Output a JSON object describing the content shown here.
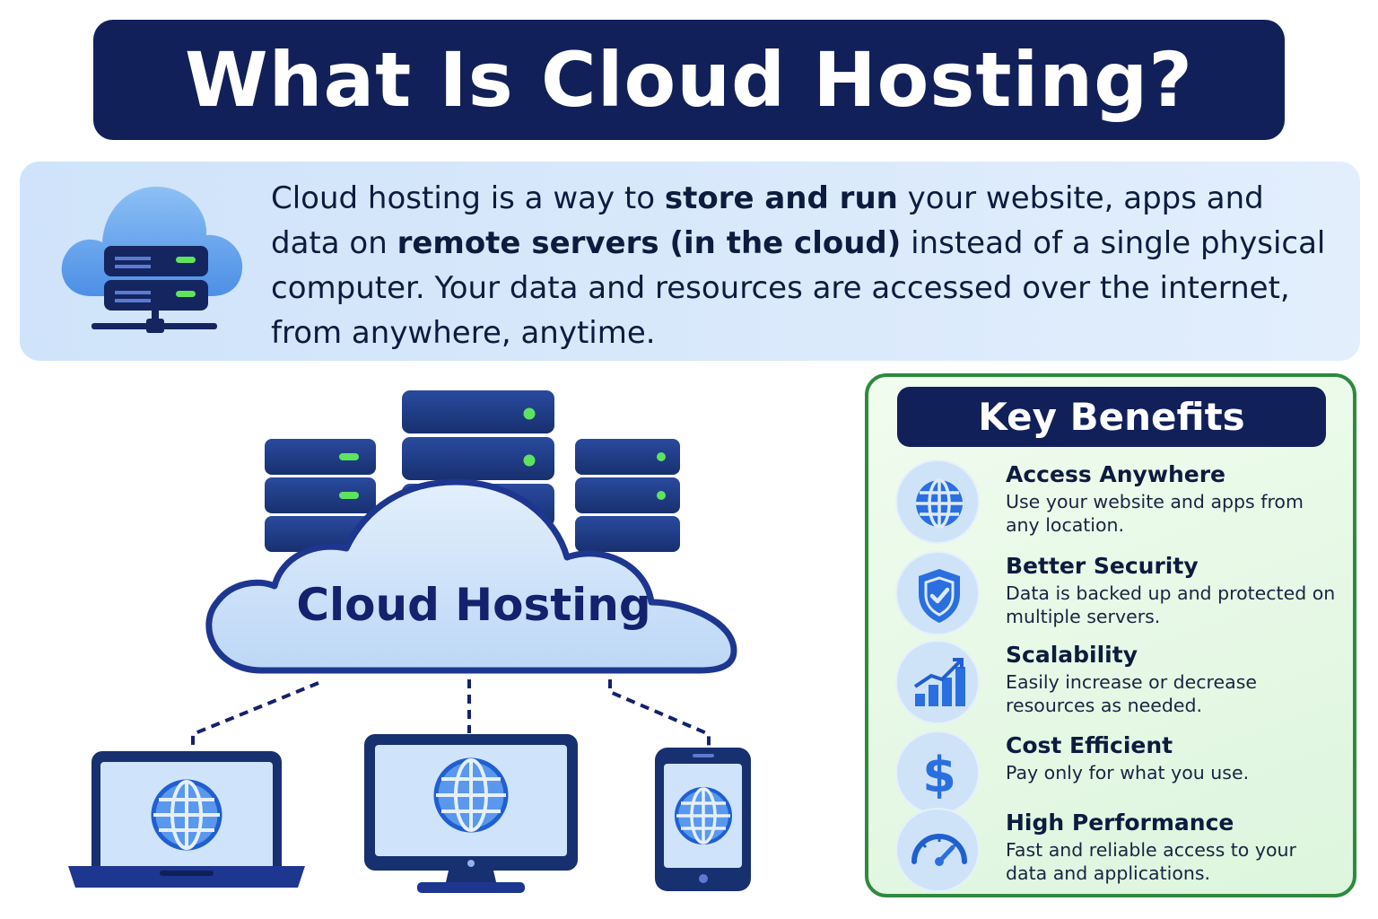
{
  "title": "What Is Cloud Hosting?",
  "intro": {
    "parts": [
      {
        "text": "Cloud hosting is a way to ",
        "bold": false
      },
      {
        "text": "store and run",
        "bold": true
      },
      {
        "text": " your website, apps and data on ",
        "bold": false
      },
      {
        "text": "remote servers (in the cloud)",
        "bold": true
      },
      {
        "text": " instead of a single physical computer. Your data and resources are accessed over the internet, from anywhere, anytime.",
        "bold": false
      }
    ],
    "icon": "cloud-server-icon"
  },
  "diagram": {
    "cloud_label": "Cloud Hosting",
    "devices": [
      "laptop-icon",
      "desktop-monitor-icon",
      "smartphone-icon"
    ],
    "servers": [
      "server-stack-left-icon",
      "server-stack-center-icon",
      "server-stack-right-icon"
    ]
  },
  "benefits": {
    "heading": "Key Benefits",
    "items": [
      {
        "title": "Access Anywhere",
        "description": "Use your website and apps from any location.",
        "icon": "globe-icon"
      },
      {
        "title": "Better Security",
        "description": "Data is backed up and protected on multiple servers.",
        "icon": "shield-check-icon"
      },
      {
        "title": "Scalability",
        "description": "Easily increase or decrease resources as needed.",
        "icon": "growth-chart-icon"
      },
      {
        "title": "Cost Efficient",
        "description": "Pay only for what you use.",
        "icon": "dollar-icon"
      },
      {
        "title": "High Performance",
        "description": "Fast and reliable access to your data and applications.",
        "icon": "speedometer-icon"
      }
    ]
  },
  "colors": {
    "navy": "#12205a",
    "blue": "#2a6fe0",
    "light_blue": "#cfe3fa",
    "green_border": "#2e8a3e",
    "led_green": "#5ee35e"
  }
}
